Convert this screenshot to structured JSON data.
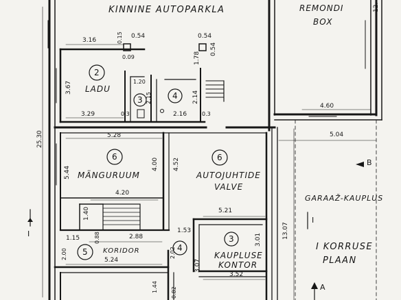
{
  "rooms": {
    "parking": "KINNINE AUTOPARKLA",
    "repair_line1": "REMONDI",
    "repair_line2": "BOX",
    "store_num": "2",
    "store": "LADU",
    "wc_num": "3",
    "small_num": "4",
    "play_num": "6",
    "play": "MÄNGURUUM",
    "garage_num": "6",
    "garage_line1": "AUTOJUHTIDE",
    "garage_line2": "VALVE",
    "corridor_num": "5",
    "corridor": "KORIDOR",
    "lobby_num": "4",
    "office_num": "3",
    "office_line1": "KAUPLUSE",
    "office_line2": "KONTOR",
    "shop": "GARAAŽ-KAUPLUS",
    "floor_line1": "I KORRUSE",
    "floor_line2": "PLAAN"
  },
  "dims": {
    "d316": "3.16",
    "d015": "0.15",
    "d054a": "0.54",
    "d009": "0.09",
    "d054b": "0.54",
    "d054c": "0.54",
    "d178": "1.78",
    "d367": "3.67",
    "d120": "1.20",
    "d215": "2.15",
    "d214": "2.14",
    "d329": "3.29",
    "d03a": "0.3",
    "d216": "2.16",
    "d03b": "0.3",
    "d460": "4.60",
    "d504": "5.04",
    "d2530": "25.30",
    "d528": "5.28",
    "d544": "5.44",
    "d400": "4.00",
    "d452": "4.52",
    "d420": "4.20",
    "d140": "1.40",
    "d521": "5.21",
    "d153": "1.53",
    "d1307": "13.07",
    "d301": "3.01",
    "d115": "1.15",
    "d088": "0.88",
    "d288": "2.88",
    "d200": "2.00",
    "d524": "5.24",
    "d202": "2.02",
    "d307": "3.07",
    "d352": "3.52",
    "d144": "1.44",
    "d082": "0.82",
    "d12": "12."
  },
  "markers": {
    "section_i_left": "I",
    "section_i_right": "I",
    "section_b": "B",
    "section_a": "A"
  }
}
